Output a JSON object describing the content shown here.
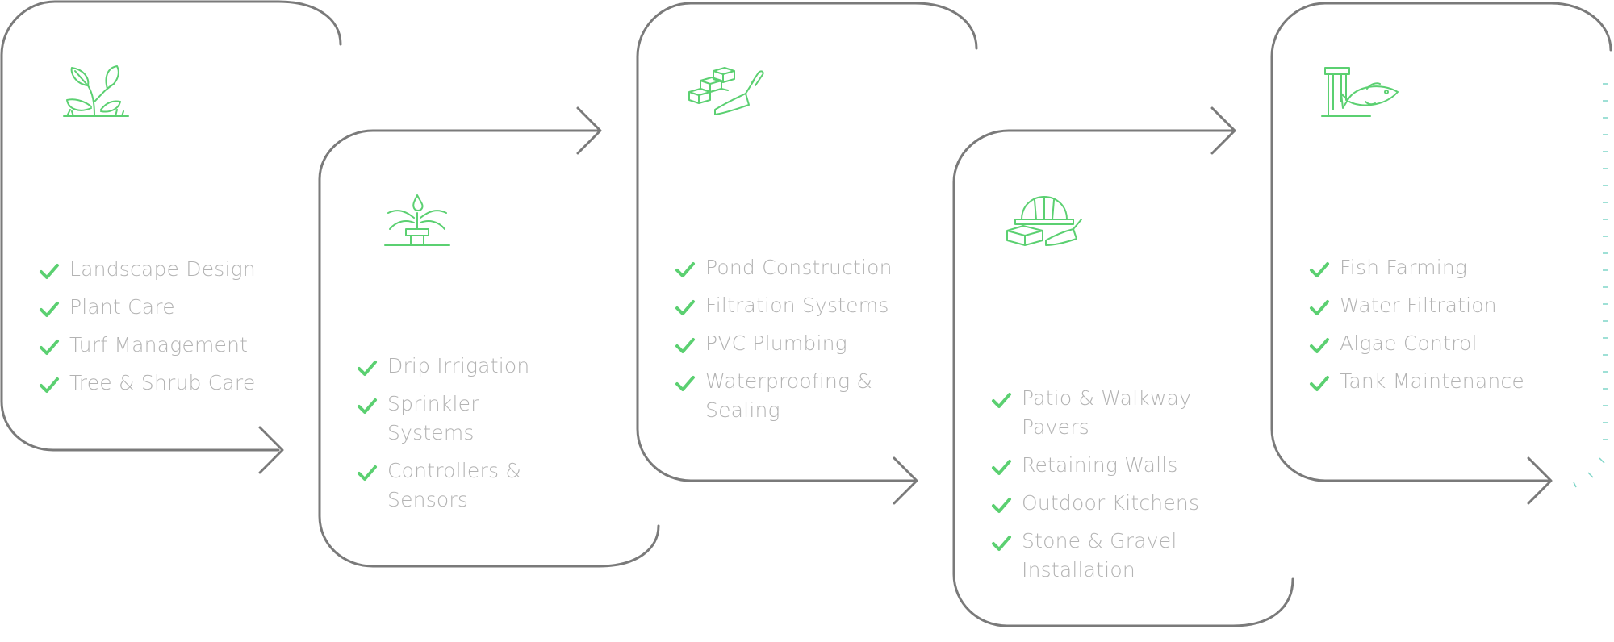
{
  "colors": {
    "accent": "#5bd071",
    "outline": "#7a7a7a",
    "text": "#b3b3b3"
  },
  "steps": [
    {
      "icon": "plant-sprout-icon",
      "items": [
        "Landscape Design",
        "Plant Care",
        "Turf Management",
        "Tree & Shrub Care"
      ]
    },
    {
      "icon": "sprinkler-icon",
      "items": [
        "Drip Irrigation",
        "Sprinkler Systems",
        "Controllers & Sensors"
      ]
    },
    {
      "icon": "bricks-trowel-icon",
      "items": [
        "Pond Construction",
        "Filtration Systems",
        "PVC Plumbing",
        "Waterproofing & Sealing"
      ]
    },
    {
      "icon": "hardhat-bricks-icon",
      "items": [
        "Patio & Walkway Pavers",
        "Retaining Walls",
        "Outdoor Kitchens",
        "Stone & Gravel Installation"
      ]
    },
    {
      "icon": "fish-tank-icon",
      "items": [
        "Fish Farming",
        "Water Filtration",
        "Algae Control",
        "Tank Maintenance"
      ]
    }
  ]
}
